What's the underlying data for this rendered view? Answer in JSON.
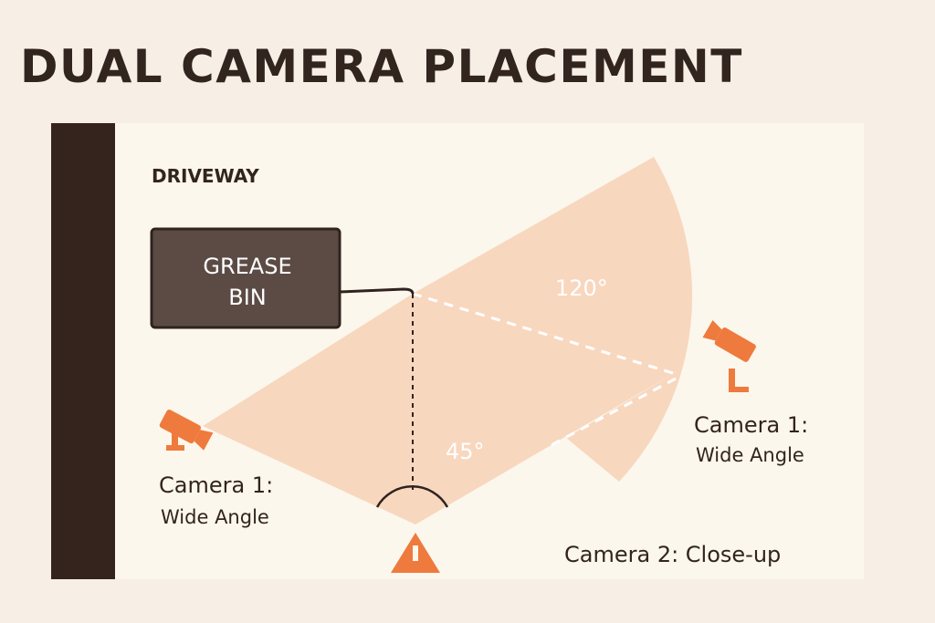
{
  "title": "DUAL CAMERA PLACEMENT",
  "area_label": "DRIVEWAY",
  "bin": {
    "line1": "GREASE",
    "line2": "BIN"
  },
  "angles": {
    "wide": "120°",
    "close": "45°"
  },
  "cameras": {
    "left": {
      "line1": "Camera 1:",
      "line2": "Wide Angle"
    },
    "right": {
      "line1": "Camera 1:",
      "line2": "Wide Angle"
    },
    "bottom": {
      "label": "Camera 2: Close-up"
    }
  },
  "colors": {
    "background": "#f7efe6",
    "panel": "#fcf7ec",
    "wall": "#35241e",
    "coverage": "#f8d7bf",
    "camera": "#ef7a3d",
    "bin": "#5c4b45",
    "text": "#32241f"
  },
  "icons": [
    "security-camera-icon",
    "security-camera-icon",
    "warning-triangle-icon"
  ]
}
